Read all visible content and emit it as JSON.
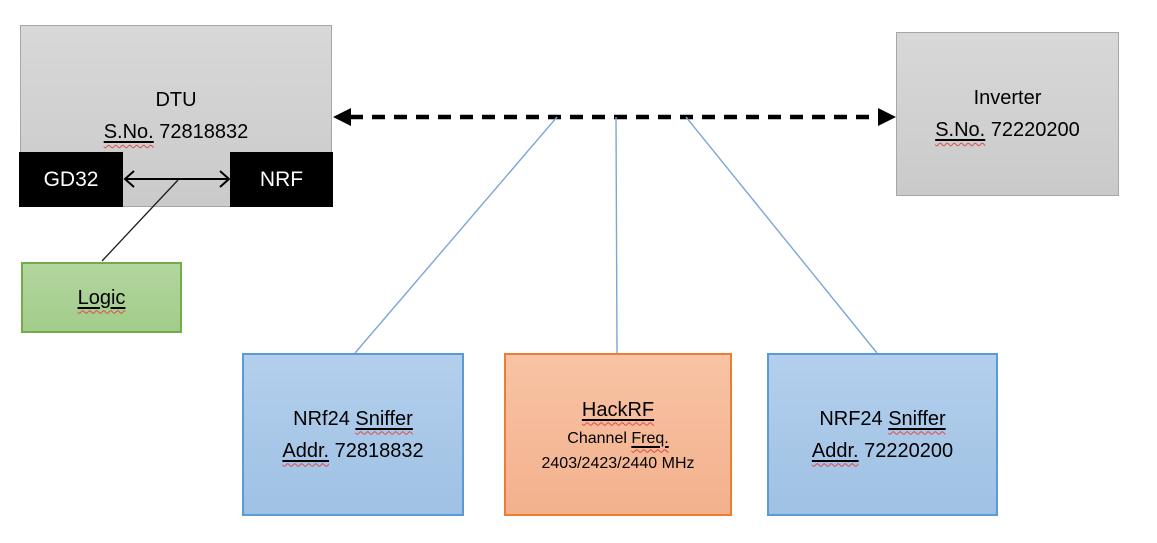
{
  "diagram": {
    "dtu": {
      "title": "DTU",
      "serial_label": "S.No.",
      "serial_value": " 72818832"
    },
    "gd32": {
      "label": "GD32"
    },
    "nrf": {
      "label": "NRF"
    },
    "logic": {
      "label": "Logic"
    },
    "inverter": {
      "title": "Inverter",
      "serial_label": "S.No.",
      "serial_value": " 72220200"
    },
    "sniffer_left": {
      "model": "NRf24 ",
      "name": "Sniffer",
      "addr_label": "Addr.",
      "addr_value": " 72818832"
    },
    "hackrf": {
      "title": "HackRF",
      "channel_prefix": "Channel ",
      "freq_label": "Freq.",
      "frequencies": "2403/2423/2440 MHz"
    },
    "sniffer_right": {
      "model": "NRF24 ",
      "name": "Sniffer",
      "addr_label": "Addr.",
      "addr_value": " 72220200"
    }
  },
  "colors": {
    "gray_fill": "#D1D1D1",
    "gray_border": "#A6A6A6",
    "chip_fill": "#000000",
    "chip_text": "#FFFFFF",
    "green_fill": "#A9D18E",
    "green_border": "#70AD47",
    "blue_fill": "#A8C6E8",
    "blue_border": "#5B9BD5",
    "orange_fill": "#F5B896",
    "orange_border": "#ED7D31",
    "connector_blue": "#7BA7D7",
    "arrow_black": "#000000",
    "squiggle_red": "#E04848"
  }
}
